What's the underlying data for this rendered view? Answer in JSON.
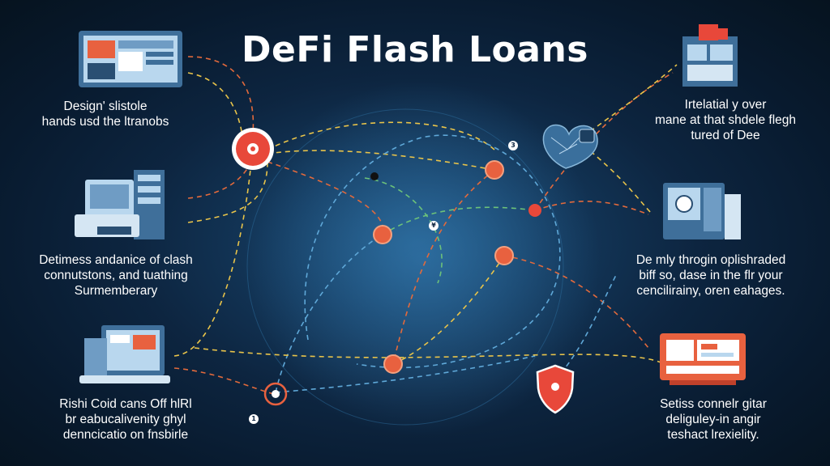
{
  "title": "DeFi Flash Loans",
  "captions": {
    "top_left": [
      "Design' slistole",
      "hands usd the ltranobs"
    ],
    "mid_left": [
      "Detimess andanice of clash",
      "connutstons, and tuathing",
      "Surmemberary"
    ],
    "bottom_left": [
      "Rishi Coid cans Off hlRl",
      "br eabucalivenity ghyl",
      "denncicatio on fnsbirle"
    ],
    "top_right": [
      "Irtelatial y over",
      "mane at that shdele flegh",
      "tured of Dee"
    ],
    "mid_right": [
      "De mly throgin oplishraded",
      "biff so, dase in the flr your",
      "cencilirainy, oren eahages."
    ],
    "bottom_right": [
      "Setiss connelr gitar",
      "deliguley-in angir",
      "teshact lrexielity."
    ]
  },
  "markers": [
    "3",
    "¥",
    "1"
  ],
  "colors": {
    "accent_red": "#e8483a",
    "node_orange": "#e8613f",
    "line_yellow": "#e9c44a",
    "line_orange": "#e36a3c",
    "line_blue": "#5fa8d8",
    "line_green": "#6cc27a",
    "device_frame": "#3f6f9a",
    "device_orange": "#e8613f"
  },
  "icons": {
    "top_left": "monitor-dashboard-icon",
    "mid_left": "server-rack-icon",
    "bottom_left": "laptop-icon",
    "top_right": "storefront-icon",
    "mid_right": "atm-machine-icon",
    "bottom_right": "cash-register-icon",
    "heart": "connected-heart-icon",
    "shield": "shield-icon",
    "hub": "target-hub-icon"
  }
}
